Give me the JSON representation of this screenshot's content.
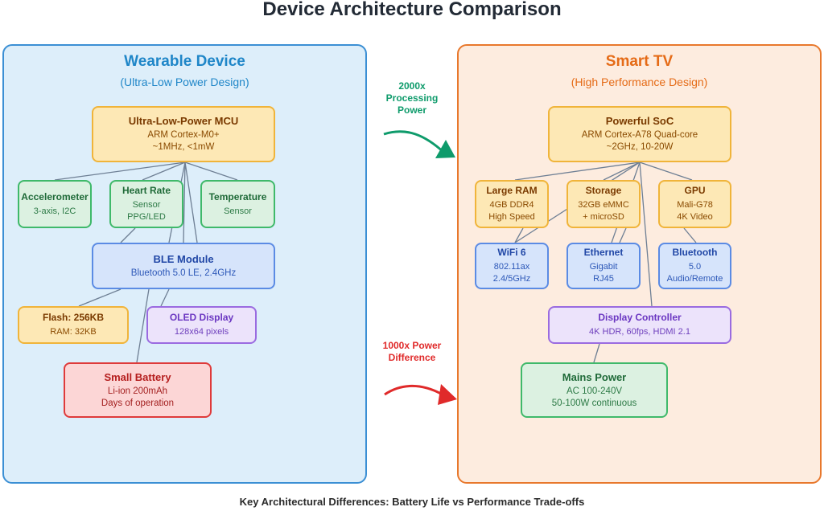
{
  "title": "Device Architecture Comparison",
  "footer": "Key Architectural Differences: Battery Life vs Performance Trade-offs",
  "left_panel": {
    "title": "Wearable Device",
    "subtitle": "(Ultra-Low Power Design)",
    "mcu": {
      "title": "Ultra-Low-Power MCU",
      "line1": "ARM Cortex-M0+",
      "line2": "~1MHz, <1mW"
    },
    "accel": {
      "title": "Accelerometer",
      "line1": "3-axis, I2C"
    },
    "heart": {
      "title": "Heart Rate",
      "line1": "Sensor",
      "line2": "PPG/LED"
    },
    "temp": {
      "title": "Temperature",
      "line1": "Sensor"
    },
    "ble": {
      "title": "BLE Module",
      "line1": "Bluetooth 5.0 LE, 2.4GHz"
    },
    "flash": {
      "title": "Flash: 256KB",
      "line1": "RAM: 32KB"
    },
    "oled": {
      "title": "OLED Display",
      "line1": "128x64 pixels"
    },
    "battery": {
      "title": "Small Battery",
      "line1": "Li-ion 200mAh",
      "line2": "Days of operation"
    }
  },
  "right_panel": {
    "title": "Smart TV",
    "subtitle": "(High Performance Design)",
    "soc": {
      "title": "Powerful SoC",
      "line1": "ARM Cortex-A78 Quad-core",
      "line2": "~2GHz, 10-20W"
    },
    "ram": {
      "title": "Large RAM",
      "line1": "4GB DDR4",
      "line2": "High Speed"
    },
    "storage": {
      "title": "Storage",
      "line1": "32GB eMMC",
      "line2": "+ microSD"
    },
    "gpu": {
      "title": "GPU",
      "line1": "Mali-G78",
      "line2": "4K Video"
    },
    "wifi": {
      "title": "WiFi 6",
      "line1": "802.11ax",
      "line2": "2.4/5GHz"
    },
    "ethernet": {
      "title": "Ethernet",
      "line1": "Gigabit",
      "line2": "RJ45"
    },
    "bluetooth": {
      "title": "Bluetooth",
      "line1": "5.0",
      "line2": "Audio/Remote"
    },
    "display": {
      "title": "Display Controller",
      "line1": "4K HDR, 60fps, HDMI 2.1"
    },
    "power": {
      "title": "Mains Power",
      "line1": "AC 100-240V",
      "line2": "50-100W continuous"
    }
  },
  "arrows": {
    "processing": {
      "line1": "2000x",
      "line2": "Processing",
      "line3": "Power",
      "color": "#0e9b6b"
    },
    "power": {
      "line1": "1000x Power",
      "line2": "Difference",
      "color": "#e02a2a"
    }
  },
  "colors": {
    "left_accent": "#1f86c8",
    "right_accent": "#e56b17",
    "connector": "#6e7f94"
  }
}
